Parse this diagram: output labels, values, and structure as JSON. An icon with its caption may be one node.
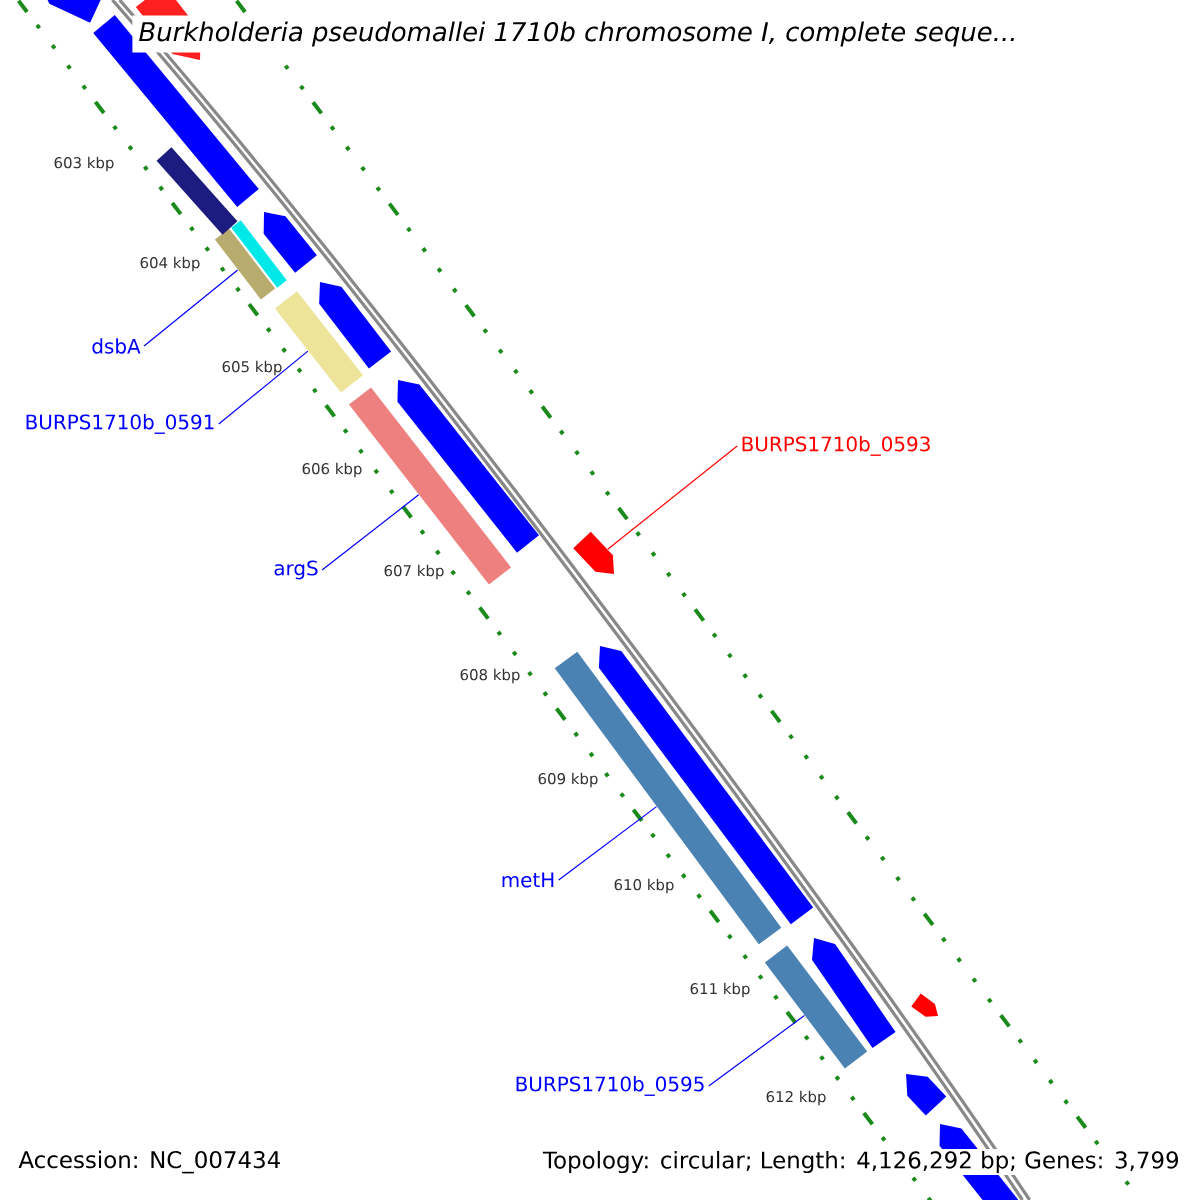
{
  "diagram": {
    "title": "Burkholderia pseudomallei 1710b chromosome I, complete seque...",
    "nodes": [
      {
        "text": [
          "dsbA"
        ]
      },
      {
        "text": [],
        "shape": "bar"
      },
      {
        "text": [
          "BURPS1710b_0591"
        ]
      },
      {
        "text": [],
        "shape": "bar"
      },
      {
        "text": [
          "argS"
        ]
      },
      {
        "text": [],
        "shape": "bar"
      },
      {
        "text": [
          "BURPS1710b_0593"
        ]
      },
      {
        "text": [],
        "shape": "bar"
      },
      {
        "text": [
          "metH"
        ]
      },
      {
        "text": [],
        "shape": "bar"
      },
      {
        "text": [
          "BURPS1710b_0595"
        ]
      },
      {
        "text": [],
        "shape": "bar"
      },
      {
        "text": [],
        "shape": "bar"
      },
      {
        "text": [],
        "shape": "bar"
      },
      {
        "text": [],
        "shape": "bar"
      },
      {
        "text": [],
        "shape": "bar"
      },
      {
        "text": [],
        "shape": "bar"
      },
      {
        "text": [],
        "shape": "bar"
      },
      {
        "text": [],
        "shape": "bar"
      },
      {
        "text": [],
        "shape": "bar"
      },
      {
        "text": [],
        "shape": "bar"
      },
      {
        "text": [],
        "shape": "bar"
      },
      {
        "text": [],
        "shape": "bar"
      },
      {
        "text": [],
        "shape": "bar"
      },
      {
        "text": [],
        "shape": "bar"
      }
    ],
    "edges": [
      {
        "from": 0,
        "to": 1,
        "arrow": "none"
      },
      {
        "from": 2,
        "to": 3,
        "arrow": "none"
      },
      {
        "from": 4,
        "to": 5,
        "arrow": "none"
      },
      {
        "from": 6,
        "to": 7,
        "arrow": "none",
        "color": "#ff0000"
      },
      {
        "from": 8,
        "to": 9,
        "arrow": "none"
      },
      {
        "from": 10,
        "to": 11,
        "arrow": "none"
      }
    ],
    "labels": [
      "603 kbp",
      "604 kbp",
      "605 kbp",
      "606 kbp",
      "607 kbp",
      "608 kbp",
      "609 kbp",
      "610 kbp",
      "611 kbp",
      "612 kbp",
      "Accession: NC_007434",
      "Topology: circular; Length: 4,126,292 bp; Genes: 3,799"
    ]
  }
}
